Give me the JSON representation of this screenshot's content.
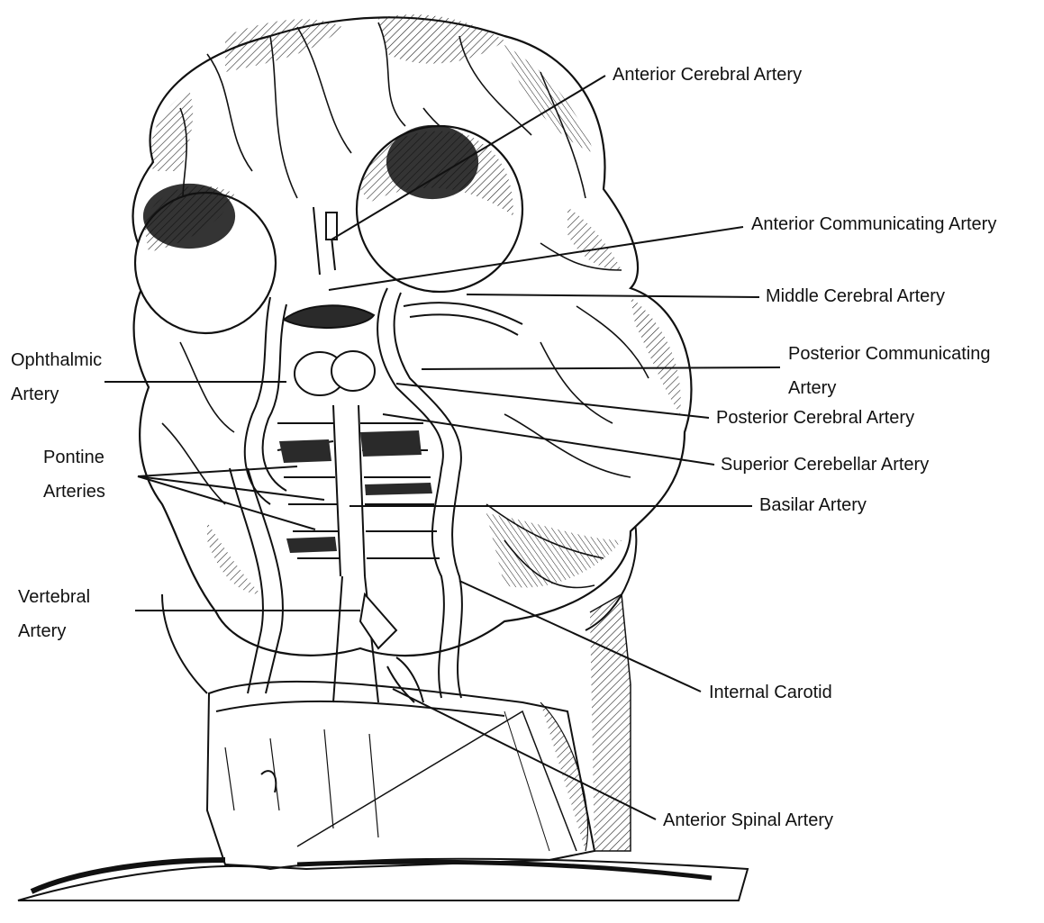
{
  "diagram": {
    "labels": {
      "anterior_cerebral": "Anterior Cerebral Artery",
      "anterior_communicating": "Anterior Communicating Artery",
      "middle_cerebral": "Middle Cerebral Artery",
      "ophthalmic_line1": "Ophthalmic",
      "ophthalmic_line2": "Artery",
      "posterior_communicating_line1": "Posterior Communicating",
      "posterior_communicating_line2": "Artery",
      "posterior_cerebral": "Posterior Cerebral Artery",
      "pontine_line1": "Pontine",
      "pontine_line2": "Arteries",
      "superior_cerebellar": "Superior Cerebellar Artery",
      "basilar": "Basilar Artery",
      "vertebral_line1": "Vertebral",
      "vertebral_line2": "Artery",
      "internal_carotid": "Internal Carotid",
      "anterior_spinal": "Anterior Spinal Artery"
    },
    "colors": {
      "ink": "#111111",
      "paper": "#ffffff",
      "shade": "#2a2a2a"
    }
  }
}
